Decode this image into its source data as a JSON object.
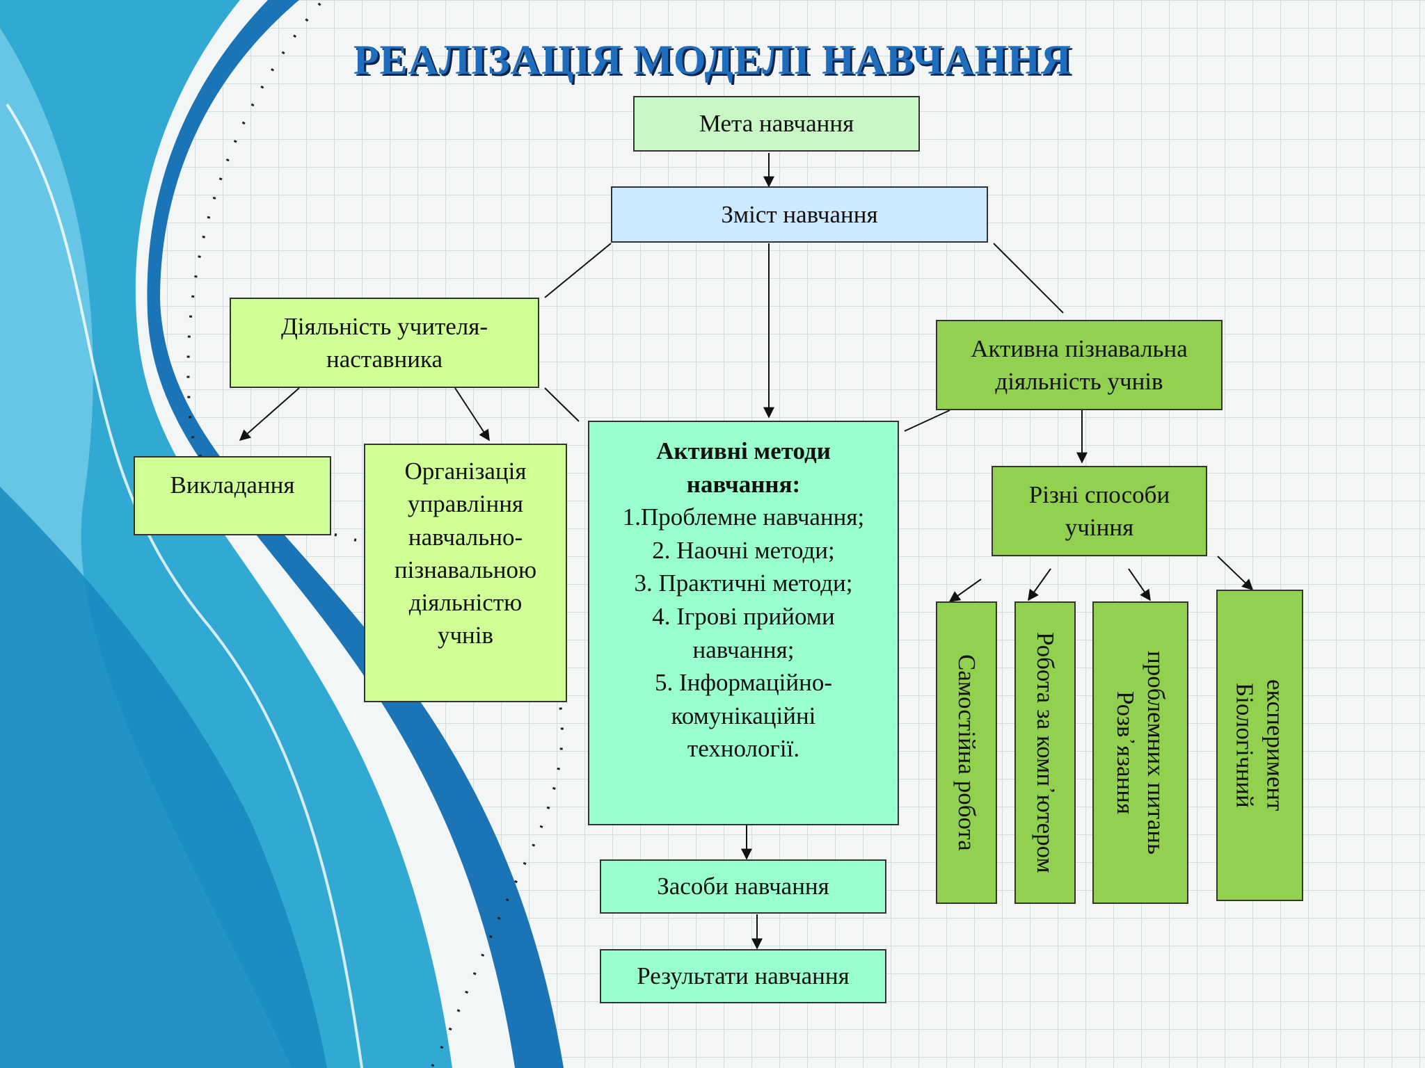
{
  "title": "РЕАЛІЗАЦІЯ  МОДЕЛІ НАВЧАННЯ",
  "nodes": {
    "goal": "Мета навчання",
    "content": "Зміст навчання",
    "teacher": [
      "Діяльність учителя-",
      "наставника"
    ],
    "cognitive": [
      "Активна пізнавальна",
      "діяльність учнів"
    ],
    "teaching": "Викладання",
    "organization": [
      "Організація",
      "управління",
      "навчально-",
      "пізнавальною",
      "діяльністю",
      "учнів"
    ],
    "methods_title": [
      "Активні методи",
      "навчання:"
    ],
    "methods_items": [
      "1.Проблемне навчання;",
      "2. Наочні методи;",
      "3. Практичні методи;",
      "4. Ігрові прийоми",
      "навчання;",
      "5. Інформаційно-",
      "комунікаційні",
      "технології."
    ],
    "ways": [
      "Різні способи",
      "учіння"
    ],
    "independent": "Самостійна робота",
    "computer": "Робота за комп᾿ютером",
    "problems": [
      "Розв᾿язання",
      "проблемних питань"
    ],
    "experiment": [
      "Біологічний",
      "експеримент"
    ],
    "means": "Засоби навчання",
    "results": "Результати навчання"
  }
}
